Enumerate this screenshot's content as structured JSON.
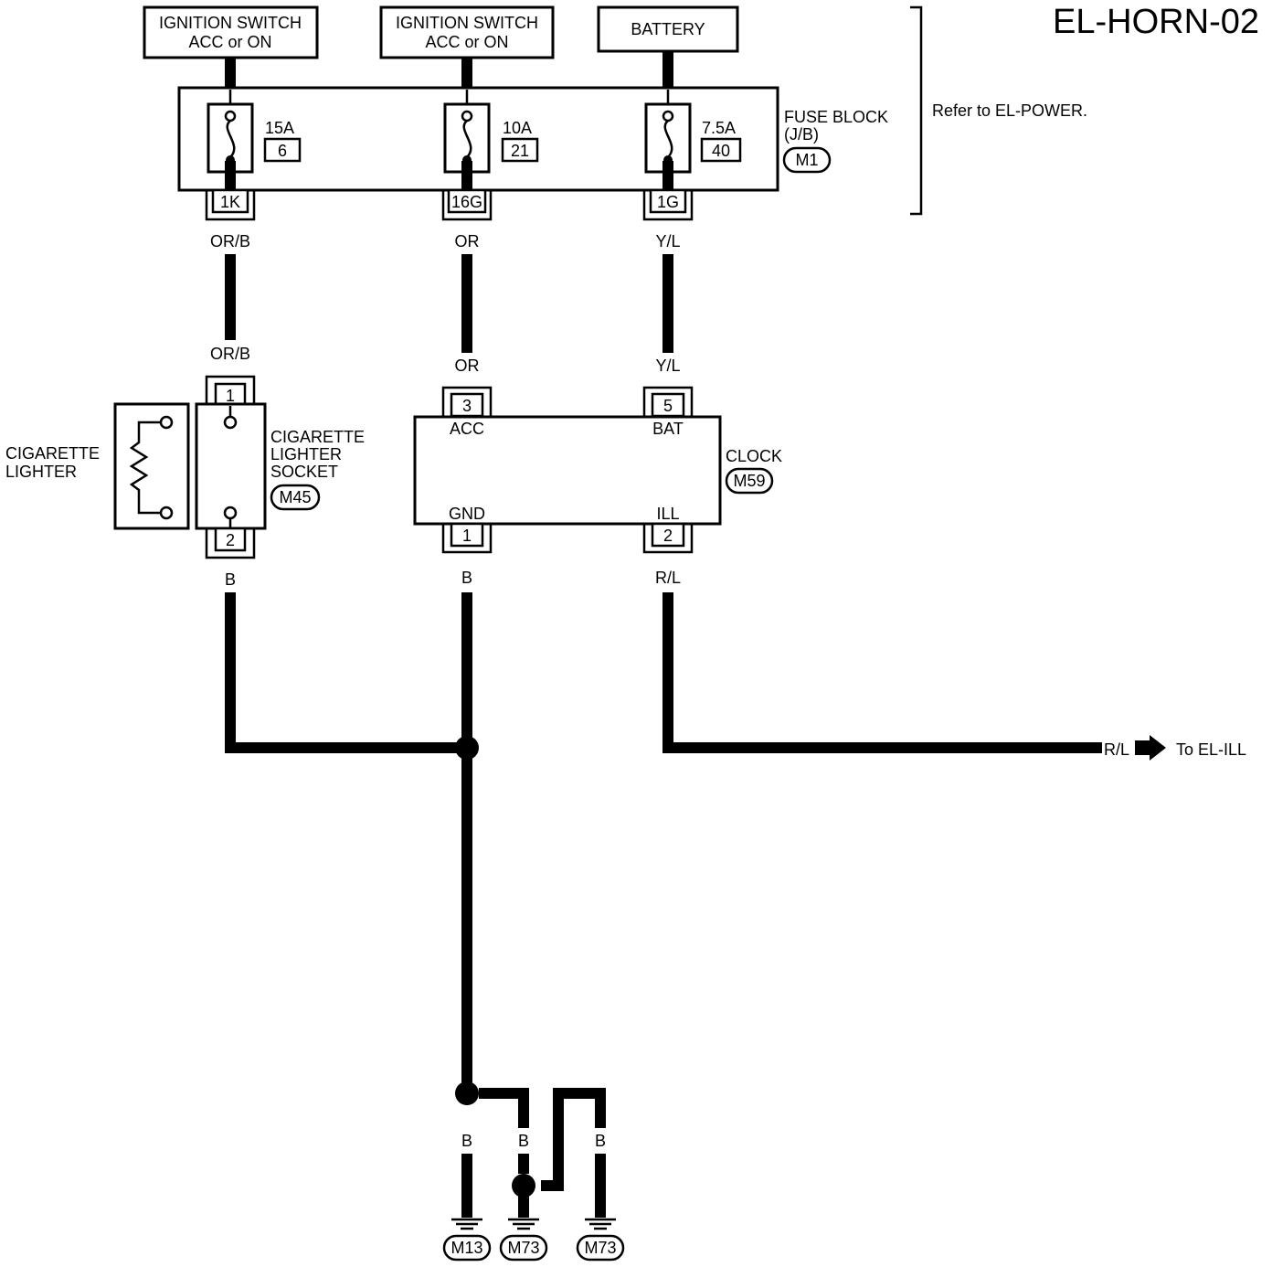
{
  "diagram": {
    "title": "EL-HORN-02",
    "sources": {
      "ign1": [
        "IGNITION SWITCH",
        "ACC or ON"
      ],
      "ign2": [
        "IGNITION SWITCH",
        "ACC or ON"
      ],
      "battery": "BATTERY"
    },
    "note": "Refer to EL-POWER.",
    "fuse_block": {
      "label": [
        "FUSE BLOCK",
        "(J/B)"
      ],
      "connector": "M1",
      "fuses": [
        {
          "rating": "15A",
          "number": "6",
          "terminal": "1K"
        },
        {
          "rating": "10A",
          "number": "21",
          "terminal": "16G"
        },
        {
          "rating": "7.5A",
          "number": "40",
          "terminal": "1G"
        }
      ]
    },
    "wires": {
      "w1_top": "OR/B",
      "w1_bottom": "OR/B",
      "w2_top": "OR",
      "w2_bottom": "OR",
      "w3_top": "Y/L",
      "w3_bottom": "Y/L",
      "socket_out": "B",
      "clock_gnd_out": "B",
      "clock_ill_out": "R/L",
      "ill_arrow": "R/L",
      "ground1": "B",
      "ground2a": "B",
      "ground2b": "B",
      "ground3": "B"
    },
    "lighter": {
      "label": [
        "CIGARETTE",
        "LIGHTER"
      ]
    },
    "socket": {
      "label": [
        "CIGARETTE",
        "LIGHTER",
        "SOCKET"
      ],
      "connector": "M45",
      "pin_top": "1",
      "pin_bottom": "2"
    },
    "clock": {
      "label": "CLOCK",
      "connector": "M59",
      "pins": {
        "acc": {
          "num": "3",
          "name": "ACC"
        },
        "bat": {
          "num": "5",
          "name": "BAT"
        },
        "gnd": {
          "num": "1",
          "name": "GND"
        },
        "ill": {
          "num": "2",
          "name": "ILL"
        }
      }
    },
    "ill_destination": "To EL-ILL",
    "grounds": [
      "M13",
      "M73",
      "M73"
    ]
  }
}
